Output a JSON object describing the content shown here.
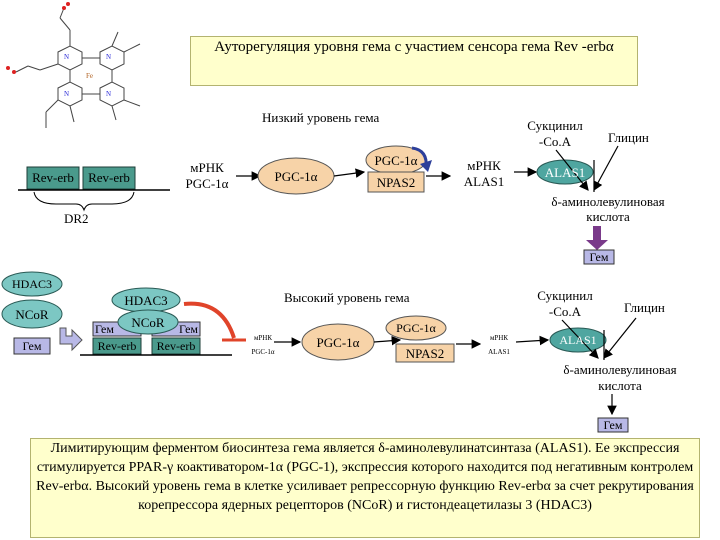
{
  "title": "Ауторегуляция уровня гема с участием сенсора гема Rev -erbα",
  "low": {
    "heading": "Низкий уровень гема",
    "reverb_1": "Rev-erb",
    "reverb_2": "Rev-erb",
    "mrna_pgc_1": "мРНК",
    "mrna_pgc_2": "PGC-1α",
    "pgc": "PGC-1α",
    "pgc_top": "PGC-1α",
    "npas2": "NPAS2",
    "mrna_alas_1": "мРНК",
    "mrna_alas_2": "ALAS1",
    "succinyl_1": "Сукцинил",
    "succinyl_2": "-Co.A",
    "glycine": "Глицин",
    "alas1": "ALAS1",
    "ala_1": "δ-аминолевулиновая",
    "ala_2": "кислота",
    "dr2": "DR2",
    "heme": "Гем"
  },
  "high": {
    "heading": "Высокий уровень гема",
    "hdac3_left": "HDAC3",
    "ncor_left": "NCoR",
    "heme_left": "Гем",
    "hdac3": "HDAC3",
    "ncor": "NCoR",
    "heme_a": "Гем",
    "heme_b": "Гем",
    "reverb_1": "Rev-erb",
    "reverb_2": "Rev-erb",
    "mrna_pgc_1": "мРНК",
    "mrna_pgc_2": "PGC-1α",
    "pgc": "PGC-1α",
    "pgc_top": "PGC-1α",
    "npas2": "NPAS2",
    "mrna_alas_1": "мРНК",
    "mrna_alas_2": "ALAS1",
    "succinyl_1": "Сукцинил",
    "succinyl_2": "-Co.A",
    "glycine": "Глицин",
    "alas1": "ALAS1",
    "ala_1": "δ-аминолевулиновая",
    "ala_2": "кислота",
    "heme": "Гем"
  },
  "caption": "Лимитирующим ферментом биосинтеза гема является δ-аминолевулинатсинтаза (ALAS1). Ее экспрессия стимулируется PPAR-γ коактиватором-1α (PGC-1), экспрессия которого находится под негативным контролем Rev-erbα. Высокий уровень гема в клетке усиливает репрессорную функцию Rev-erbα за счет рекрутирования корепрессора ядерных рецепторов (NCoR) и гистондеацетилазы 3 (HDAC3)",
  "molecule_atoms": {
    "n1": "N",
    "n2": "N",
    "n3": "N",
    "n4": "N",
    "fe": "Fe"
  },
  "colors": {
    "reverb": "#4a9a8c",
    "peach": "#f7d3a8",
    "alas": "#4fa6a0",
    "ncor": "#7cc7c3",
    "heme_lav": "#b8b8e6",
    "heme_purple": "#7a3a8a",
    "inhibit": "#e0442a",
    "caption_bg": "#ffffcc"
  }
}
